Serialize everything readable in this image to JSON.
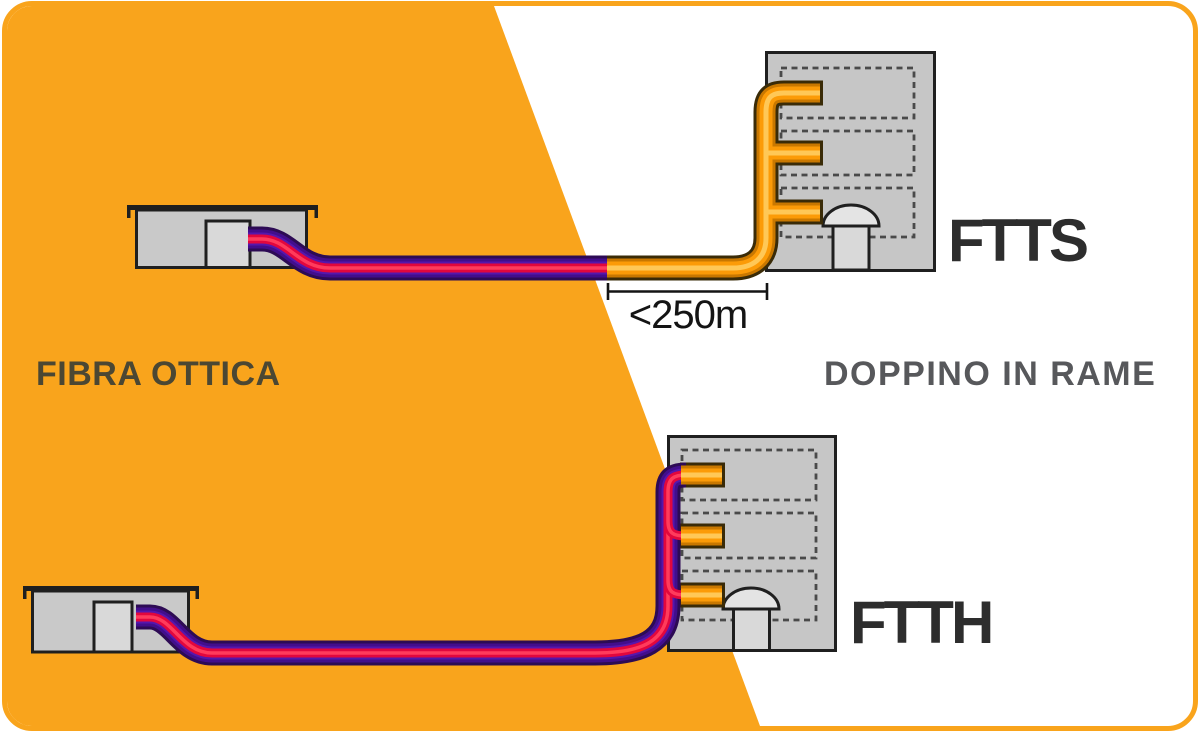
{
  "diagram": {
    "type": "network-architecture-comparison",
    "zones": {
      "fiber_zone_label": "FIBRA OTTICA",
      "copper_zone_label": "DOPPINO IN RAME"
    },
    "scenarios": [
      {
        "label": "FTTS",
        "description_elements": [
          "street-cabinet",
          "fiber-cable",
          "copper-cable",
          "apartment-building"
        ],
        "distance_label": "<250m"
      },
      {
        "label": "FTTH",
        "description_elements": [
          "street-cabinet",
          "fiber-cable",
          "apartment-building"
        ]
      }
    ]
  },
  "labels": {
    "fiber_zone": "FIBRA OTTICA",
    "copper_zone": "DOPPINO IN RAME",
    "scenario_top": "FTTS",
    "scenario_bottom": "FTTH",
    "distance": "<250m"
  },
  "colors": {
    "brand_orange": "#F9A41C",
    "copper_outline": "#3A2B07",
    "copper_dark": "#C97800",
    "copper_mid": "#FC9B07",
    "copper_light": "#FFC857",
    "fiber_outline": "#2D0B54",
    "fiber_purple": "#420E8C",
    "fiber_purple_light": "#5517AD",
    "fiber_red": "#E2073D",
    "fiber_red_light": "#FF3B5C",
    "building_fill": "#C6C6C6",
    "building_stroke": "#1F1F1F",
    "floor_dash": "#4A4A4A",
    "door_fill": "#D9D9D9",
    "dome_fill": "#E4E4E4",
    "roof_bar": "#1F1F1F",
    "cabinet_fill": "#C9C9C9",
    "measure": "#141414",
    "label_fiber_text": "#4B4733",
    "label_copper_text": "#57585B",
    "scenario_label_text": "#2D2D2D"
  }
}
